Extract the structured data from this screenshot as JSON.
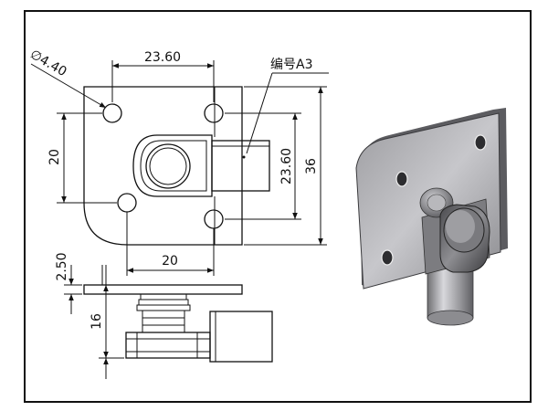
{
  "drawing": {
    "hole_diameter": "∅4.40",
    "dim_top_width": "23.60",
    "dim_left_height": "20",
    "dim_right_inner": "23.60",
    "dim_right_outer": "36",
    "dim_bottom_width": "20",
    "dim_plate_thickness": "2.50",
    "dim_side_height": "16",
    "part_label": "编号A3"
  }
}
